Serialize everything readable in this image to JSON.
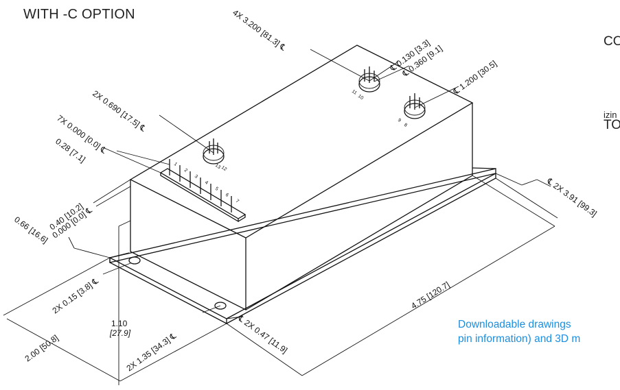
{
  "header": {
    "title": "WITH -C OPTION",
    "right_top": "CO",
    "right_small": "izin",
    "right_mid": "TO"
  },
  "note": {
    "line1": "Downloadable  drawings",
    "line2": "pin information) and 3D m"
  },
  "dimensions": {
    "d_4x_3200": "4X 3.200 [81.3] ℄",
    "d_0130": "℄ 0.130 [3.3]",
    "d_0360": "℄ 0.360 [9.1]",
    "d_1200": "℄ 1.200 [30.5]",
    "d_2x_0690": "2X 0.690 [17.5] ℄",
    "d_7x_0000": "7X 0.000 [0.0] ℄",
    "d_028": "0.28 [7.1]",
    "d_040": "0.40 [10.2]",
    "d_0000": "0.000 [0.0] ℄",
    "d_066": "0.66 [16.6]",
    "d_2x_391": "℄ 2X 3.91 [99.3]",
    "d_2x_015": "2X 0.15 [3.8] ℄",
    "d_110": "1.10",
    "d_279": "[27.9]",
    "d_2x_135": "2X 1.35 [34.3] ℄",
    "d_2x_047": "℄ 2X 0.47 [11.9]",
    "d_475": "4.75 [120.7]",
    "d_200": "2.00 [50.8]"
  },
  "pins": {
    "header_row": [
      "1",
      "2",
      "3",
      "4",
      "5",
      "6",
      "7"
    ],
    "conn_a": [
      "13",
      "12"
    ],
    "conn_b": [
      "11",
      "10"
    ],
    "conn_c": [
      "9",
      "8"
    ]
  }
}
